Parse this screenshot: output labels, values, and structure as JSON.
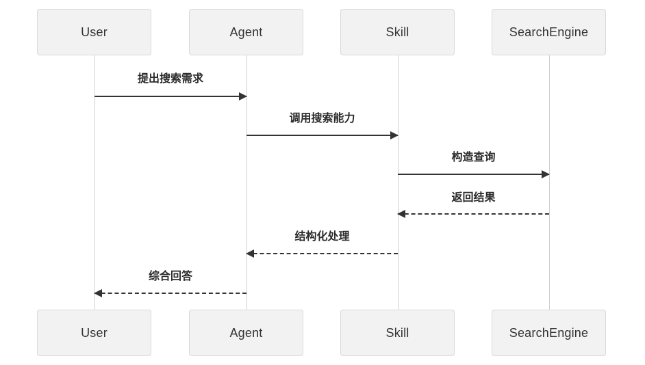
{
  "diagram": {
    "type": "sequence-diagram",
    "background": "#ffffff",
    "participants": [
      {
        "id": "user",
        "label": "User"
      },
      {
        "id": "agent",
        "label": "Agent"
      },
      {
        "id": "skill",
        "label": "Skill"
      },
      {
        "id": "searchengine",
        "label": "SearchEngine"
      }
    ],
    "messages": [
      {
        "label": "提出搜索需求",
        "from": "User",
        "to": "Agent",
        "line": "solid",
        "direction": "right"
      },
      {
        "label": "调用搜索能力",
        "from": "Agent",
        "to": "Skill",
        "line": "solid",
        "direction": "right"
      },
      {
        "label": "构造查询",
        "from": "Skill",
        "to": "SearchEngine",
        "line": "solid",
        "direction": "right"
      },
      {
        "label": "返回结果",
        "from": "SearchEngine",
        "to": "Skill",
        "line": "dashed",
        "direction": "left"
      },
      {
        "label": "结构化处理",
        "from": "Skill",
        "to": "Agent",
        "line": "dashed",
        "direction": "left"
      },
      {
        "label": "综合回答",
        "from": "Agent",
        "to": "User",
        "line": "dashed",
        "direction": "left"
      }
    ],
    "colors": {
      "box_fill": "#f2f2f2",
      "box_border": "#d9d9d9",
      "lifeline": "#d0d0d0",
      "arrow": "#333333",
      "label_text": "#2b2b2b",
      "box_text": "#333333"
    }
  }
}
